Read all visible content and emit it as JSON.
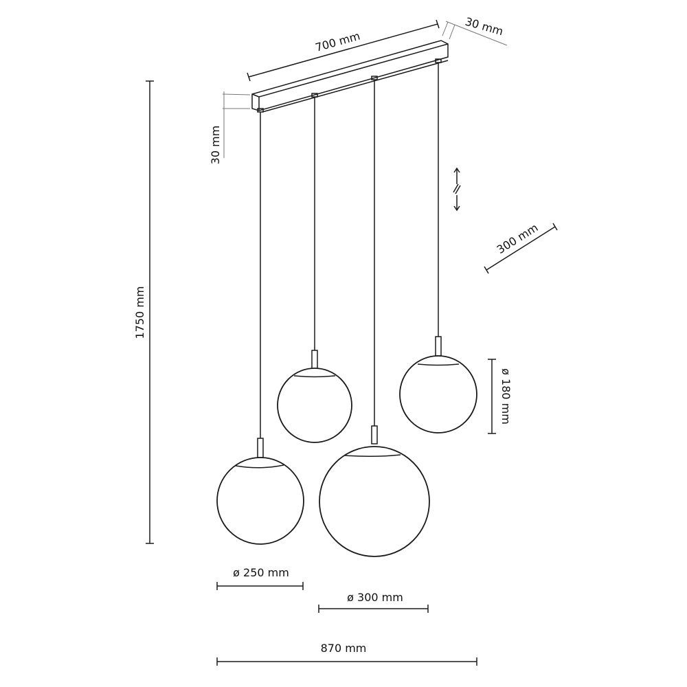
{
  "title": "Pendant lamp dimension drawing",
  "dimensions": {
    "bar_length": "700 mm",
    "bar_depth": "30 mm",
    "bar_height": "30 mm",
    "total_height": "1750 mm",
    "bar_spread": "300 mm",
    "small_globe": "ø 180 mm",
    "medium_globe": "ø 250 mm",
    "large_globe": "ø 300 mm",
    "total_width": "870 mm"
  },
  "icons": {
    "adjustable": "adjustable-height-arrow-icon"
  },
  "colors": {
    "line": "#1a1a1a",
    "background": "#ffffff"
  }
}
